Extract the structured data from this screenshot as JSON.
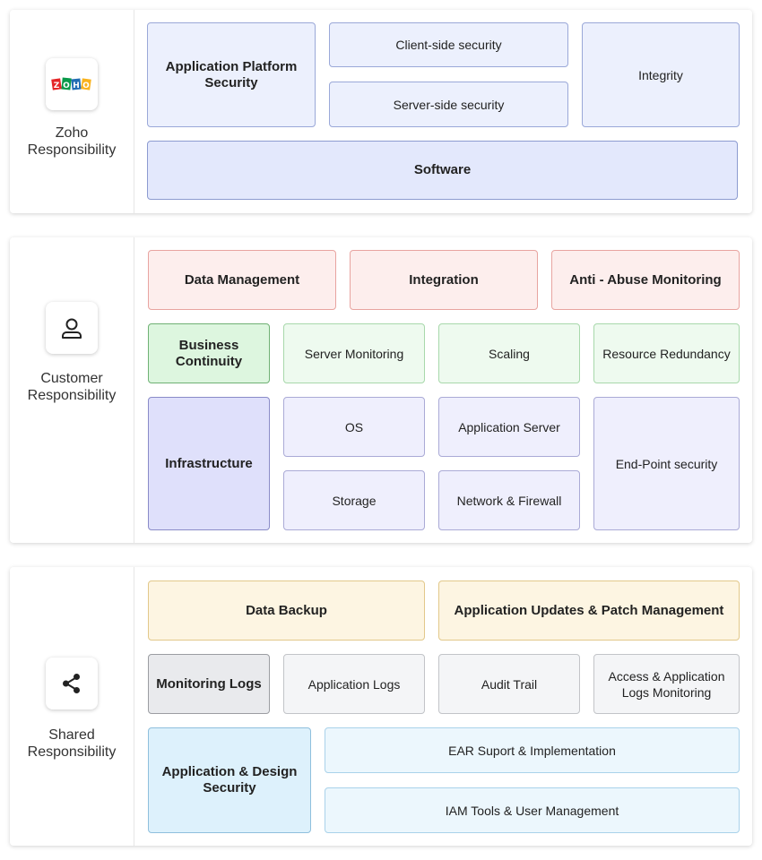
{
  "zoho": {
    "logo_text": "ZOHO",
    "logo_colors": [
      "#e42527",
      "#089949",
      "#226db4",
      "#f9b21d"
    ],
    "label": "Zoho\nResponsibility",
    "boxes": {
      "app_platform": "Application Platform Security",
      "client_side": "Client-side security",
      "server_side": "Server-side security",
      "integrity": "Integrity",
      "software": "Software"
    }
  },
  "customer": {
    "icon": "user-icon",
    "label": "Customer\nResponsibility",
    "boxes": {
      "data_management": "Data Management",
      "integration": "Integration",
      "anti_abuse": "Anti - Abuse Monitoring",
      "business_continuity": "Business Continuity",
      "server_monitoring": "Server Monitoring",
      "scaling": "Scaling",
      "resource_redundancy": "Resource Redundancy",
      "infrastructure": "Infrastructure",
      "os": "OS",
      "application_server": "Application Server",
      "endpoint_security": "End-Point security",
      "storage": "Storage",
      "network_firewall": "Network & Firewall"
    }
  },
  "shared": {
    "icon": "share-icon",
    "label": "Shared\nResponsibility",
    "boxes": {
      "data_backup": "Data Backup",
      "app_updates": "Application Updates & Patch Management",
      "monitoring_logs": "Monitoring Logs",
      "application_logs": "Application Logs",
      "audit_trail": "Audit Trail",
      "access_logs": "Access & Application Logs Monitoring",
      "app_design_security": "Application & Design Security",
      "ear_support": "EAR Suport & Implementation",
      "iam_tools": "IAM Tools & User Management"
    }
  }
}
